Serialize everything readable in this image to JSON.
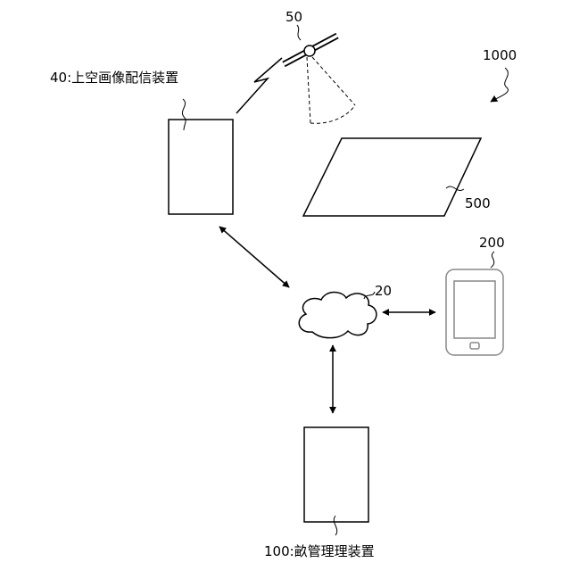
{
  "labels": {
    "system": "1000",
    "satellite": "50",
    "image_server": "40:上空画像配信装置",
    "field": "500",
    "terminal": "200",
    "network": "20",
    "farm_manager": "100:畝管理理装置"
  }
}
